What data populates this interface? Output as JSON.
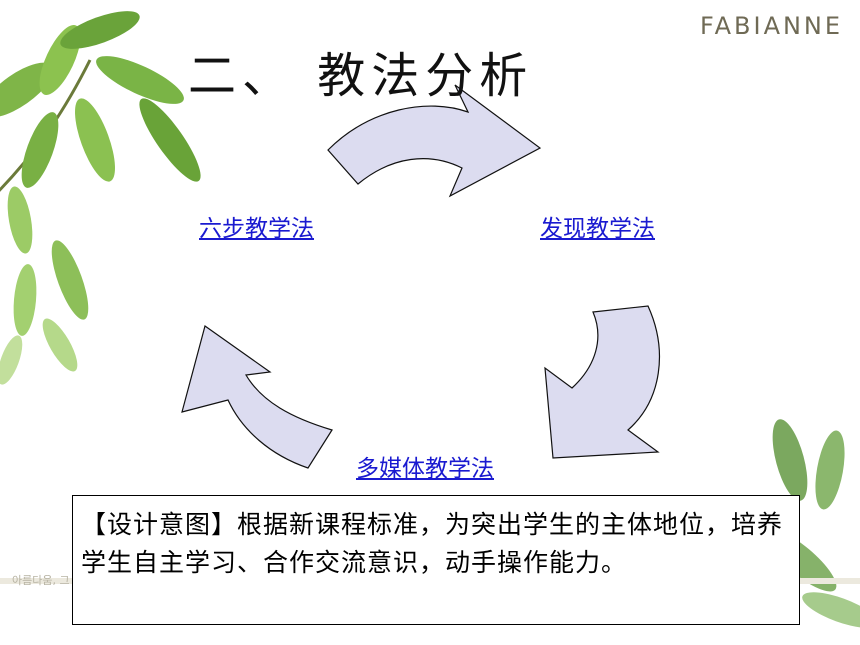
{
  "slide": {
    "brand": "FABIANNE",
    "title": "二、  教法分析",
    "methods": {
      "six_steps": "六步教学法",
      "discovery": "发现教学法",
      "multimedia": "多媒体教学法"
    },
    "design_note": "【设计意图】根据新课程标准，为突出学生的主体地位，培养学生自主学习、合作交流意识，动手操作能力。",
    "footer_watermark": "아름다움, 그 이상의 가치 FABIANNE"
  },
  "colors": {
    "arrow_fill": "#dcdcf0",
    "link_blue": "#1a1ad0",
    "leaf_green": "#6aa33a"
  },
  "icons": [
    "leaf-branch-icon",
    "curved-arrow-icon"
  ]
}
